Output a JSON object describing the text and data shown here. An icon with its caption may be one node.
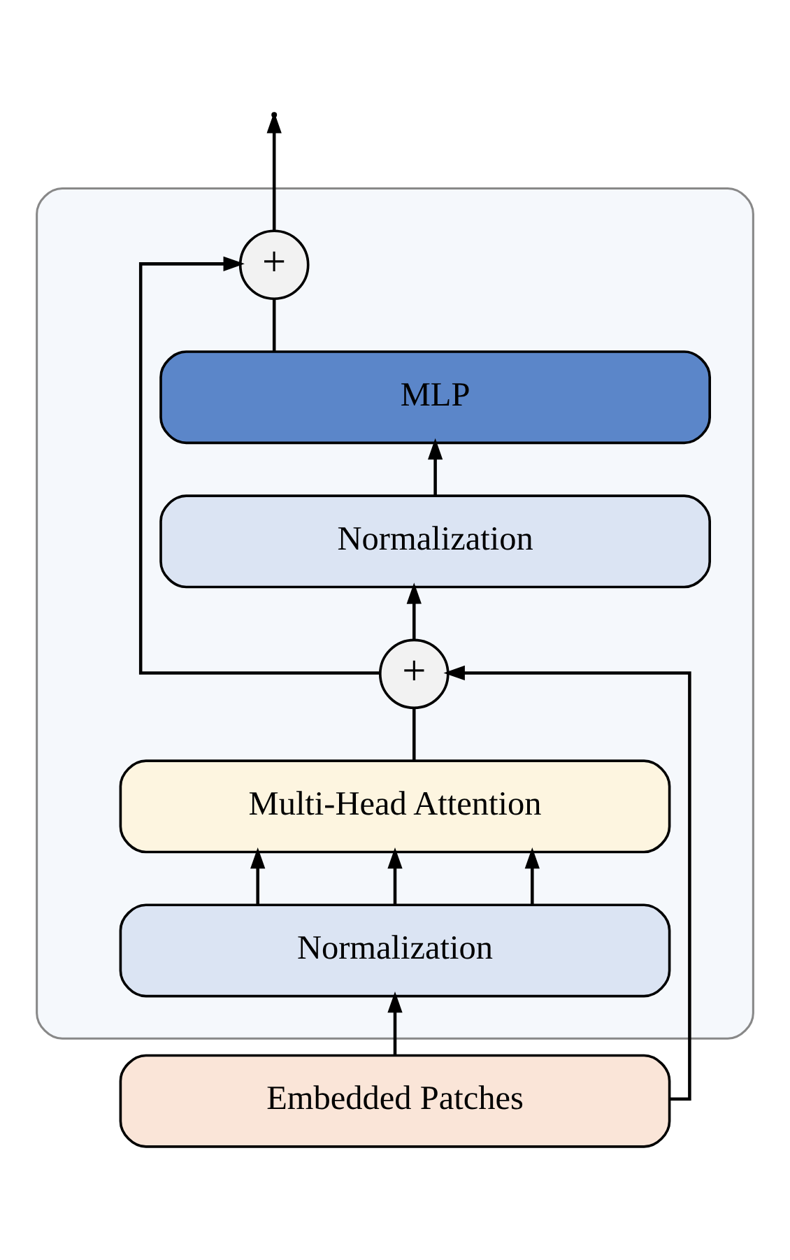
{
  "diagram": {
    "nodes": [
      {
        "text": [],
        "shape": "box"
      },
      {
        "text": [
          "+"
        ],
        "in": 0
      },
      {
        "text": [
          "MLP"
        ],
        "in": 0
      },
      {
        "text": [
          "Normalization"
        ],
        "in": 0
      },
      {
        "text": [
          "+"
        ],
        "in": 0
      },
      {
        "text": [
          "Multi-Head Attention"
        ],
        "in": 0
      },
      {
        "text": [
          "Normalization"
        ],
        "in": 0
      },
      {
        "text": [
          "Embedded Patches"
        ]
      }
    ],
    "edges": [
      {
        "from": 1,
        "to": null,
        "arrow": "to"
      },
      {
        "from": 2,
        "to": 1,
        "arrow": "none"
      },
      {
        "from": 3,
        "to": 2,
        "arrow": "to"
      },
      {
        "from": 4,
        "to": 3,
        "arrow": "to"
      },
      {
        "from": 4,
        "to": 1,
        "arrow": "to"
      },
      {
        "from": 5,
        "to": 4,
        "arrow": "none"
      },
      {
        "from": 6,
        "to": 5,
        "arrow": "to"
      },
      {
        "from": 6,
        "to": 5,
        "arrow": "to"
      },
      {
        "from": 6,
        "to": 5,
        "arrow": "to"
      },
      {
        "from": 7,
        "to": 6,
        "arrow": "to"
      },
      {
        "from": 7,
        "to": 4,
        "arrow": "to"
      }
    ]
  }
}
